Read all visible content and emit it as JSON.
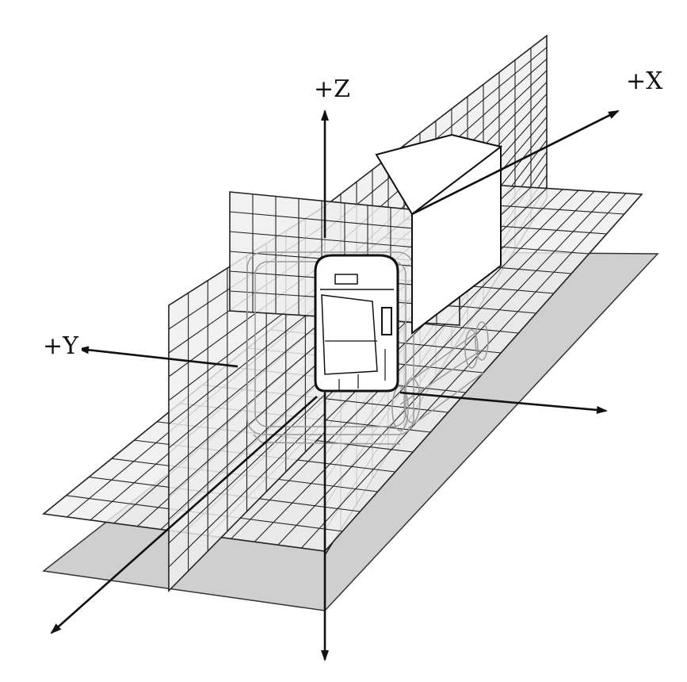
{
  "axes": {
    "x": {
      "label": "+X"
    },
    "y": {
      "label": "+Y"
    },
    "z": {
      "label": "+Z"
    }
  },
  "colors": {
    "background": "#ffffff",
    "grid_fill": "#eeeeee",
    "grid_fill_dark": "#dcdcdc",
    "shadow_plane": "#cfcfcf",
    "grid_line": "#222222",
    "axis_line": "#111111",
    "vehicle_body": "#ffffff",
    "ghost_line": "#9a9a9a"
  },
  "vehicle": {
    "icon": "truck-cab-icon"
  }
}
